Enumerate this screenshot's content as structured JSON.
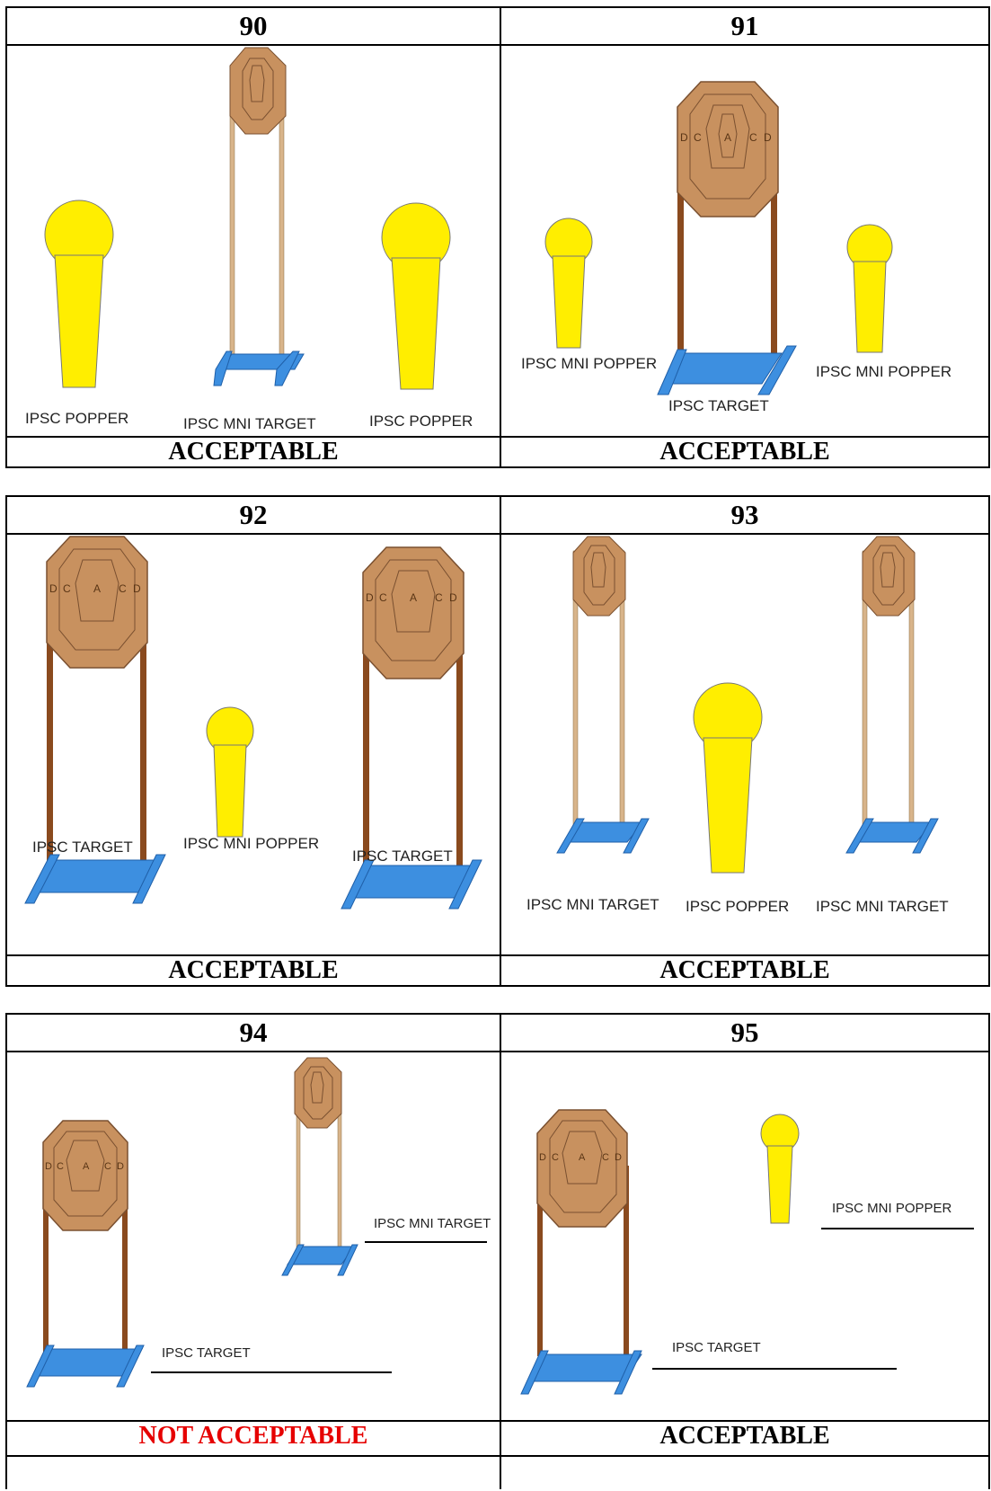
{
  "blocks": [
    {
      "left": {
        "number": "90",
        "verdict": "ACCEPTABLE",
        "labels": [
          "IPSC POPPER",
          "IPSC MNI TARGET",
          "IPSC POPPER"
        ]
      },
      "right": {
        "number": "91",
        "verdict": "ACCEPTABLE",
        "labels": [
          "IPSC MNI POPPER",
          "IPSC TARGET",
          "IPSC MNI POPPER"
        ]
      }
    },
    {
      "left": {
        "number": "92",
        "verdict": "ACCEPTABLE",
        "labels": [
          "IPSC TARGET",
          "IPSC MNI POPPER",
          "IPSC TARGET"
        ]
      },
      "right": {
        "number": "93",
        "verdict": "ACCEPTABLE",
        "labels": [
          "IPSC MNI TARGET",
          "IPSC POPPER",
          "IPSC MNI TARGET"
        ]
      }
    },
    {
      "left": {
        "number": "94",
        "verdict": "NOT ACCEPTABLE",
        "verdict_color": "#e60000",
        "labels": [
          "IPSC MNI TARGET",
          "IPSC TARGET"
        ]
      },
      "right": {
        "number": "95",
        "verdict": "ACCEPTABLE",
        "labels": [
          "IPSC MNI POPPER",
          "IPSC TARGET"
        ]
      }
    }
  ],
  "colors": {
    "popper": "#ffee00",
    "target": "#c8915f",
    "target_outline": "#7a5030",
    "stand_base": "#3d8fe0",
    "stand_post": "#8a4a1e",
    "mni_post": "#d8b48a"
  },
  "zone_letters": [
    "D",
    "C",
    "A",
    "C",
    "D"
  ]
}
